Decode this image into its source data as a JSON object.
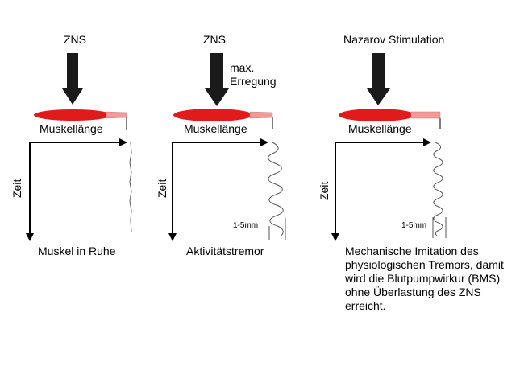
{
  "panels": [
    {
      "top_label": "ZNS",
      "muscle_label": "Muskellänge",
      "time_label": "Zeit",
      "caption": "Muskel in Ruhe"
    },
    {
      "top_label": "ZNS",
      "arrow_label": "max.\nErregung",
      "muscle_label": "Muskellänge",
      "time_label": "Zeit",
      "amplitude_label": "1-5mm",
      "caption": "Aktivitätstremor"
    },
    {
      "top_label": "Nazarov Stimulation",
      "muscle_label": "Muskellänge",
      "time_label": "Zeit",
      "amplitude_label": "1-5mm",
      "caption": "Mechanische Imitation des physiologischen Tremors, damit wird die Blutpumpwirkur (BMS) ohne Überlastung des ZNS erreicht."
    }
  ],
  "colors": {
    "muscle": "#e01b1b",
    "tendon": "#f29a9a",
    "arrow": "#1a1a1a",
    "axis": "#000000",
    "trace": "#555555"
  }
}
